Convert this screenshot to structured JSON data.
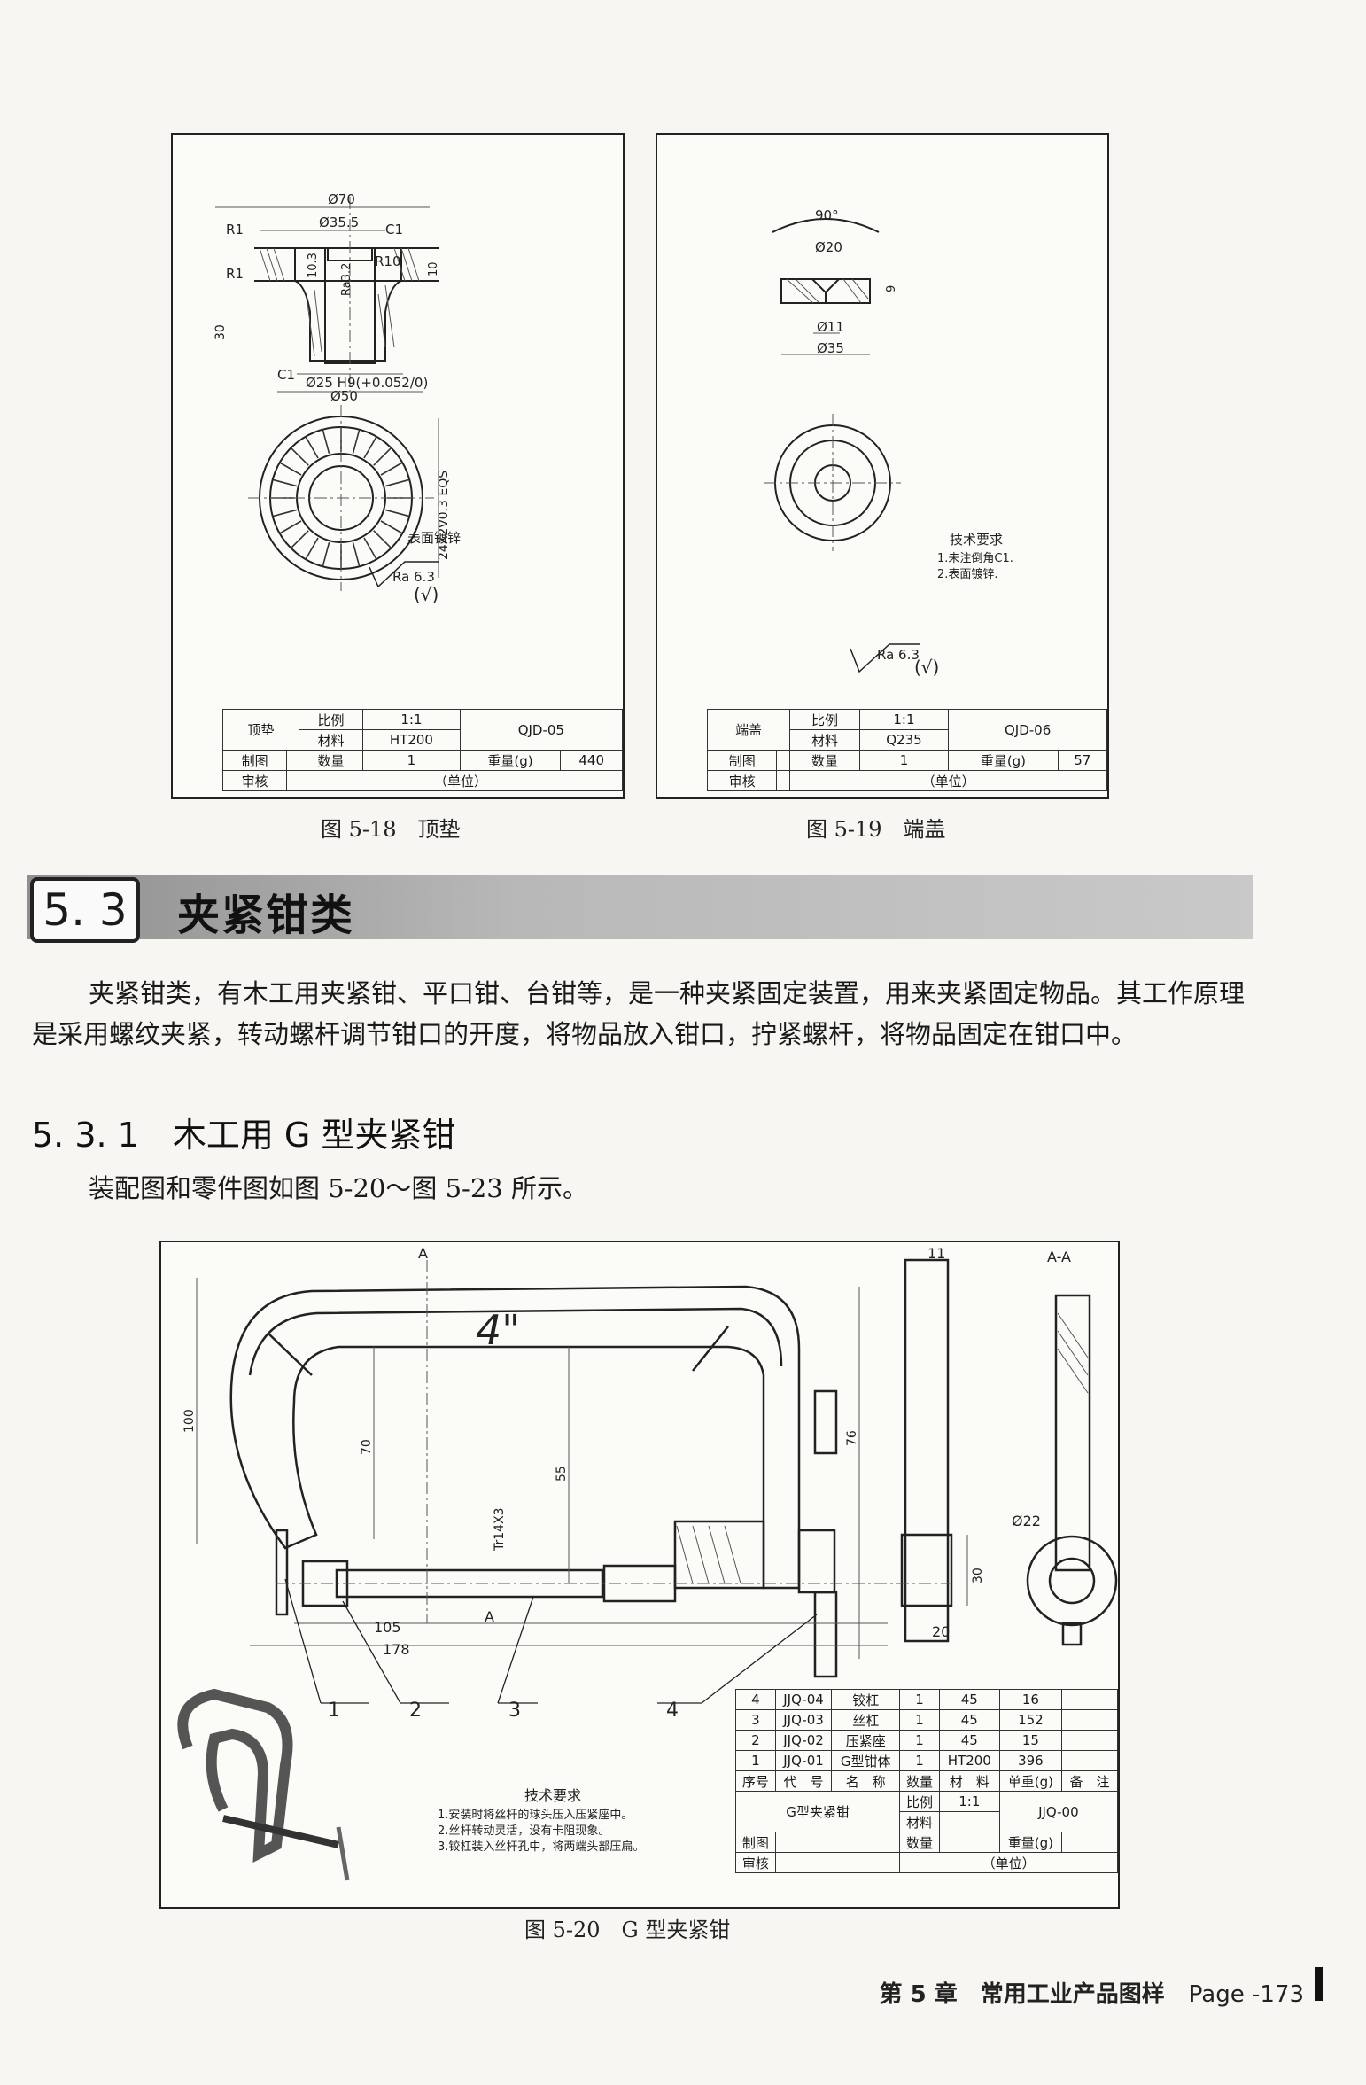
{
  "fig518": {
    "dims": {
      "d70": "Ø70",
      "d355": "Ø35.5",
      "r1a": "R1",
      "r1b": "R1",
      "c1a": "C1",
      "c1b": "C1",
      "r10": "R10",
      "h103": "10.3",
      "ra32": "Ra3.2",
      "h10": "10",
      "h30": "30",
      "d25": "Ø25 H9(+0.052/0)",
      "d50": "Ø50",
      "knurl": "24X2∇0.3 EQS"
    },
    "surface_note": "表面镀锌",
    "roughness": "Ra 6.3",
    "check": "(√)",
    "title_block": {
      "name": "顶垫",
      "scale_label": "比例",
      "scale": "1:1",
      "material_label": "材料",
      "material": "HT200",
      "code": "QJD-05",
      "draw": "制图",
      "qty_label": "数量",
      "qty": "1",
      "weight_label": "重量(g)",
      "weight": "440",
      "check_label": "审核",
      "unit": "（单位）"
    },
    "caption": "图 5-18　顶垫"
  },
  "fig519": {
    "dims": {
      "angle": "90°",
      "d20": "Ø20",
      "h9": "9",
      "d11": "Ø11",
      "d35": "Ø35"
    },
    "tech_title": "技术要求",
    "tech_lines": [
      "1.未注倒角C1.",
      "2.表面镀锌."
    ],
    "roughness": "Ra 6.3",
    "check": "(√)",
    "title_block": {
      "name": "端盖",
      "scale_label": "比例",
      "scale": "1:1",
      "material_label": "材料",
      "material": "Q235",
      "code": "QJD-06",
      "draw": "制图",
      "qty_label": "数量",
      "qty": "1",
      "weight_label": "重量(g)",
      "weight": "57",
      "check_label": "审核",
      "unit": "（单位）"
    },
    "caption": "图 5-19　端盖"
  },
  "section": {
    "number": "5. 3",
    "title": "夹紧钳类"
  },
  "paragraph1": "夹紧钳类，有木工用夹紧钳、平口钳、台钳等，是一种夹紧固定装置，用来夹紧固定物品。其工作原理是采用螺纹夹紧，转动螺杆调节钳口的开度，将物品放入钳口，拧紧螺杆，将物品固定在钳口中。",
  "subsection": "5. 3. 1　木工用 G 型夹紧钳",
  "paragraph2": "装配图和零件图如图 5-20～图 5-23 所示。",
  "fig520": {
    "label_4": "4\"",
    "section_a": "A",
    "section_aa": "A-A",
    "dims": {
      "d100": "100",
      "d70": "70",
      "d55": "55",
      "d76": "76",
      "d11": "11",
      "d22": "Ø22",
      "d30": "30",
      "d20": "20",
      "d105": "105",
      "d178": "178",
      "thread": "Tr14X3"
    },
    "callouts": [
      "1",
      "2",
      "3",
      "4"
    ],
    "tech_title": "技术要求",
    "tech_lines": [
      "1.安装时将丝杆的球头压入压紧座中。",
      "2.丝杆转动灵活，没有卡阻现象。",
      "3.铰杠装入丝杆孔中，将两端头部压扁。"
    ],
    "bom": [
      {
        "no": "4",
        "code": "JJQ-04",
        "name": "铰杠",
        "qty": "1",
        "mat": "45",
        "wt": "16"
      },
      {
        "no": "3",
        "code": "JJQ-03",
        "name": "丝杠",
        "qty": "1",
        "mat": "45",
        "wt": "152"
      },
      {
        "no": "2",
        "code": "JJQ-02",
        "name": "压紧座",
        "qty": "1",
        "mat": "45",
        "wt": "15"
      },
      {
        "no": "1",
        "code": "JJQ-01",
        "name": "G型钳体",
        "qty": "1",
        "mat": "HT200",
        "wt": "396"
      }
    ],
    "bom_header": {
      "no": "序号",
      "code": "代　号",
      "name": "名　称",
      "qty": "数量",
      "mat": "材　料",
      "wt": "单重(g)",
      "note": "备　注"
    },
    "title_block": {
      "name": "G型夹紧钳",
      "scale_label": "比例",
      "scale": "1:1",
      "material_label": "材料",
      "code": "JJQ-00",
      "draw": "制图",
      "qty_label": "数量",
      "weight_label": "重量(g)",
      "check_label": "审核",
      "unit": "（单位）"
    },
    "caption": "图 5-20　G 型夹紧钳"
  },
  "footer": {
    "chapter": "第 5 章　常用工业产品图样",
    "page": "Page -173"
  }
}
